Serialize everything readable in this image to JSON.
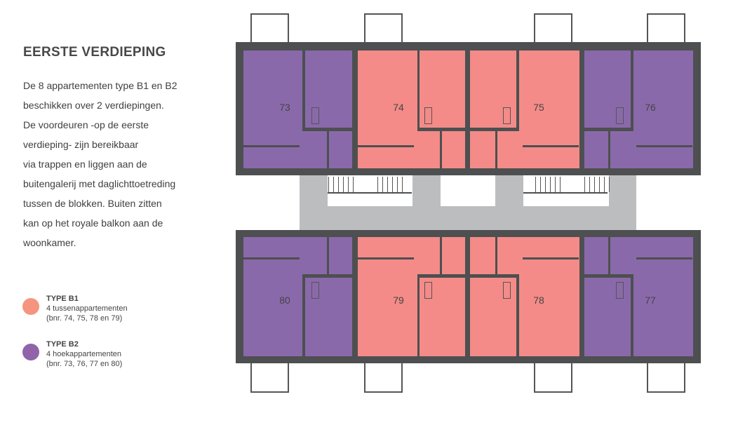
{
  "title": "EERSTE VERDIEPING",
  "description": [
    "De 8 appartementen type B1 en B2",
    "beschikken over 2 verdiepingen.",
    "De voordeuren -op de eerste",
    "verdieping- zijn bereikbaar",
    "via trappen en liggen aan de",
    "buitengalerij met daglichttoetreding",
    "tussen de blokken. Buiten zitten",
    "kan op het royale balkon aan de",
    "woonkamer."
  ],
  "legend": [
    {
      "title": "TYPE B1",
      "line1": "4 tussenappartementen",
      "line2": "(bnr. 74, 75, 78 en 79)",
      "color": "#f5957f"
    },
    {
      "title": "TYPE B2",
      "line1": "4 hoekappartementen",
      "line2": "(bnr. 73, 76, 77 en 80)",
      "color": "#9164aa"
    }
  ],
  "colors": {
    "b1": "#f48b88",
    "b2": "#8a69ab",
    "wall": "#4d4f50",
    "gallery": "#bcbdbf"
  },
  "units": {
    "u73": "73",
    "u74": "74",
    "u75": "75",
    "u76": "76",
    "u80": "80",
    "u79": "79",
    "u78": "78",
    "u77": "77"
  }
}
